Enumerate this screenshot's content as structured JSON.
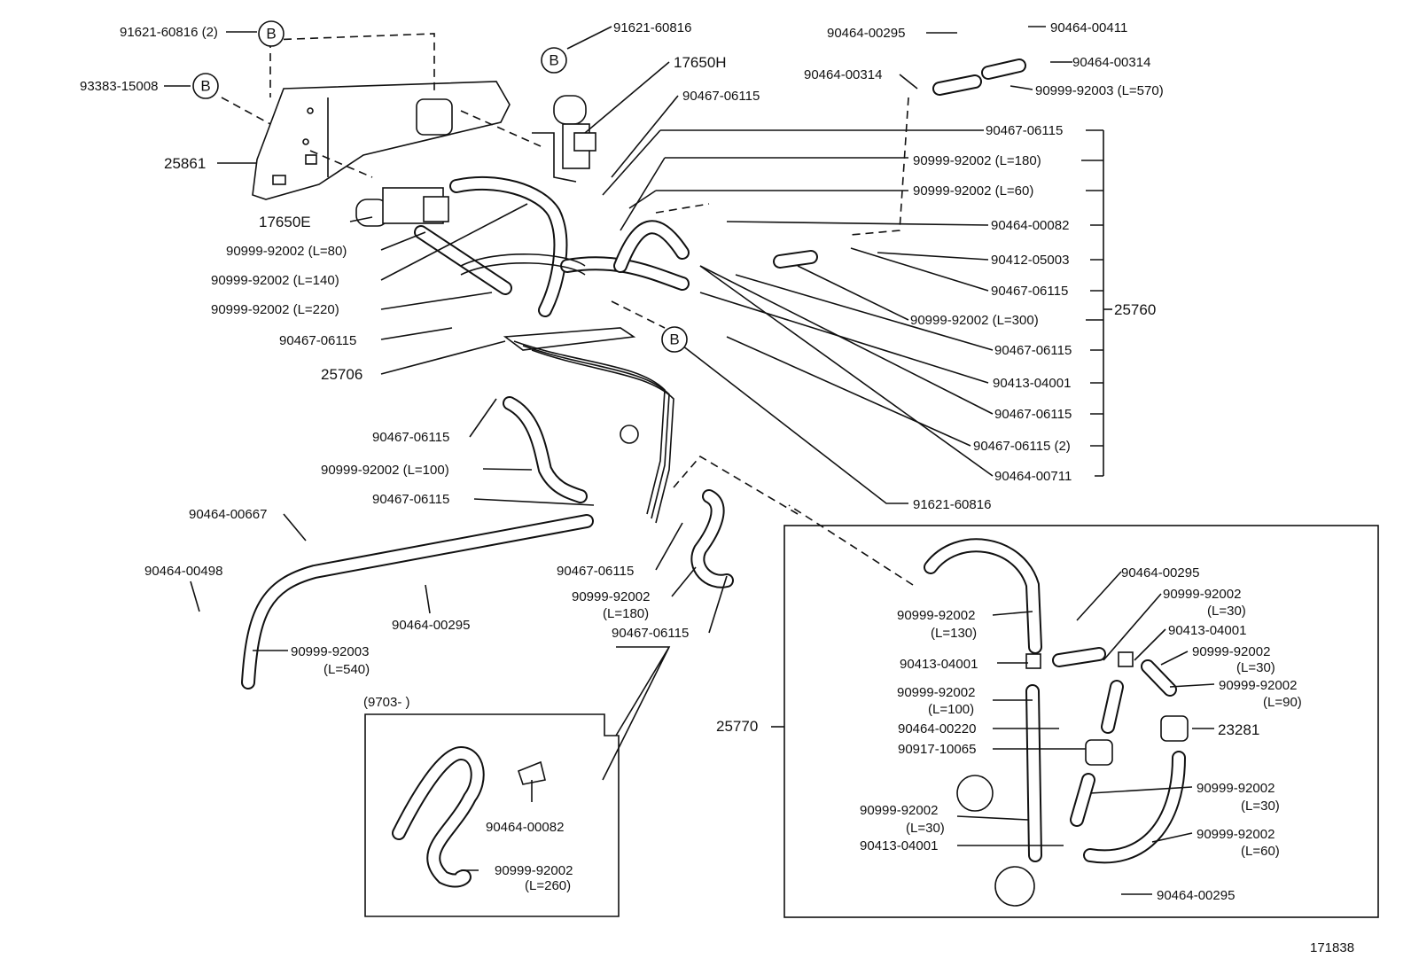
{
  "callout_letter": "B",
  "labels": {
    "p91621_60816_2": "91621-60816 (2)",
    "p93383_15008": "93383-15008",
    "p25861": "25861",
    "p91621_60816_top": "91621-60816",
    "p17650H": "17650H",
    "p90467_06115_top": "90467-06115",
    "p17650E": "17650E",
    "p_L80": "90999-92002 (L=80)",
    "p_L140": "90999-92002 (L=140)",
    "p_L220": "90999-92002 (L=220)",
    "p90467_06115_left": "90467-06115",
    "p25706": "25706",
    "p90464_00295_top": "90464-00295",
    "p90464_00411": "90464-00411",
    "p90464_00314_left": "90464-00314",
    "p90464_00314_right": "90464-00314",
    "p_L570": "90999-92003 (L=570)",
    "r1": "90467-06115",
    "r2": "90999-92002 (L=180)",
    "r3": "90999-92002 (L=60)",
    "r4": "90464-00082",
    "r5": "90412-05003",
    "r6": "90467-06115",
    "r7": "90999-92002 (L=300)",
    "r8": "90467-06115",
    "r9": "90413-04001",
    "r10": "90467-06115",
    "r11": "90467-06115 (2)",
    "r12": "90464-00711",
    "p25760": "25760",
    "p91621_60816_mid": "91621-60816",
    "m_clip1": "90467-06115",
    "m_L100": "90999-92002 (L=100)",
    "m_clip2": "90467-06115",
    "p90464_00667": "90464-00667",
    "p90464_00498": "90464-00498",
    "p90464_00295_mid": "90464-00295",
    "p_L540_a": "90999-92003",
    "p_L540_b": "(L=540)",
    "p90467_06115_low": "90467-06115",
    "p_L180b_a": "90999-92002",
    "p_L180b_b": "(L=180)",
    "p90467_06115_low2": "90467-06115",
    "inset_title": "(9703-        )",
    "inset_90464_00082": "90464-00082",
    "inset_L260_a": "90999-92002",
    "inset_L260_b": "(L=260)",
    "p25770": "25770",
    "b_L130_a": "90999-92002",
    "b_L130_b": "(L=130)",
    "b_90413_a": "90413-04001",
    "b_L100_a": "90999-92002",
    "b_L100_b": "(L=100)",
    "b_90464_00220": "90464-00220",
    "b_90917": "90917-10065",
    "b_L30c_a": "90999-92002",
    "b_L30c_b": "(L=30)",
    "b_90413_b": "90413-04001",
    "b_90464_00295_a": "90464-00295",
    "b_L30a_a": "90999-92002",
    "b_L30a_b": "(L=30)",
    "b_90413_c": "90413-04001",
    "b_L30b_a": "90999-92002",
    "b_L30b_b": "(L=30)",
    "b_L90_a": "90999-92002",
    "b_L90_b": "(L=90)",
    "b_23281": "23281",
    "b_L30d_a": "90999-92002",
    "b_L30d_b": "(L=30)",
    "b_L60_a": "90999-92002",
    "b_L60_b": "(L=60)",
    "b_90464_00295_b": "90464-00295",
    "figure_number": "171838"
  }
}
